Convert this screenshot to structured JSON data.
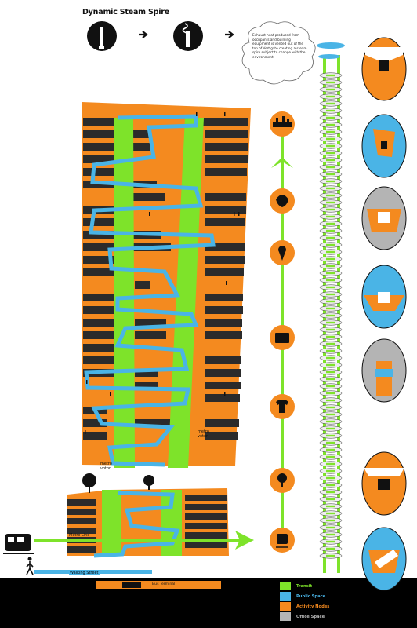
{
  "title": "Dynamic Steam Spire",
  "note": "Exhaust heat produced from occupants and building equipment is vented out of the top of Vertigate creating a steam spire subject to change with the environment.",
  "labels": {
    "metro_voter_upper": "metro\nvotor",
    "metro_voter_lower": "metro\nvotor",
    "metro_line": "Metro Line",
    "walking_street": "Walking Street",
    "bus_terminal": "Bus Terminal"
  },
  "legend": [
    {
      "label": "Transit",
      "color": "#7ee32a"
    },
    {
      "label": "Public Space",
      "color": "#4ab4e6"
    },
    {
      "label": "Activity Nodes",
      "color": "#f48a1f"
    },
    {
      "label": "Office Space",
      "color": "#b4b4b4"
    }
  ],
  "icons": [
    "skyline-icon",
    "shell-icon",
    "ice-cream-icon",
    "book-icon",
    "shirt-icon",
    "tree-icon",
    "train-icon"
  ],
  "colors": {
    "orange": "#f48a1f",
    "green": "#7ee32a",
    "blue": "#4ab4e6",
    "dark": "#2b2b2b",
    "gray": "#b4b4b4"
  }
}
